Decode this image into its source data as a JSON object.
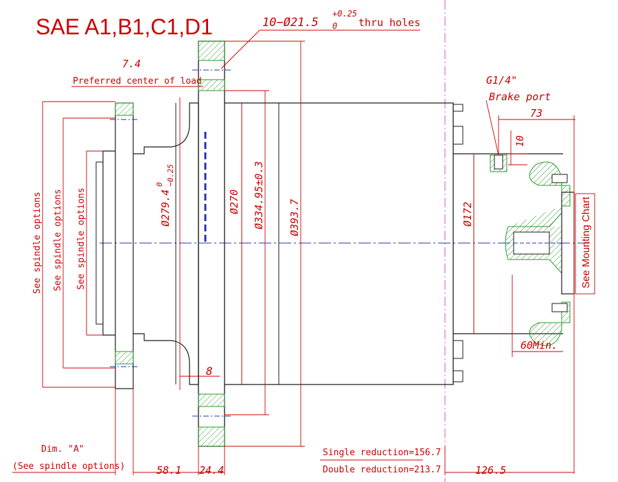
{
  "title": "SAE A1,B1,C1,D1",
  "holes": {
    "prefix": "10−Ø21.5",
    "tol_upper": "+0.25",
    "tol_lower": "0",
    "suffix": "thru holes"
  },
  "load": {
    "value": "7.4",
    "label": "Preferred center of load"
  },
  "brake": {
    "thread": "G1/4\"",
    "label": "Brake port"
  },
  "dims": {
    "d73": "73",
    "d10": "10",
    "d8": "8",
    "d60min": "60Min.",
    "d279": "Ø279.4",
    "d279_tol_upper": "0",
    "d279_tol_lower": "−0.25",
    "d270": "Ø270",
    "d334": "Ø334.95±0.3",
    "d393": "Ø393.7",
    "d172": "Ø172",
    "d58": "58.1",
    "d24": "24.4",
    "d126": "126.5"
  },
  "spindle_label": "See spindle options",
  "mounting_chart": "See Mounting Chart",
  "dim_a": {
    "line1": "Dim. \"A\"",
    "line2": "(See spindle options)"
  },
  "reduction": {
    "single": "Single reduction=156.7",
    "double": "Double reduction=213.7"
  },
  "colors": {
    "outline": "#1a1a1a",
    "dimension": "#cc0000",
    "hatch": "#2a9a2a",
    "center": "#2233aa",
    "divider": "#cc55cc"
  }
}
